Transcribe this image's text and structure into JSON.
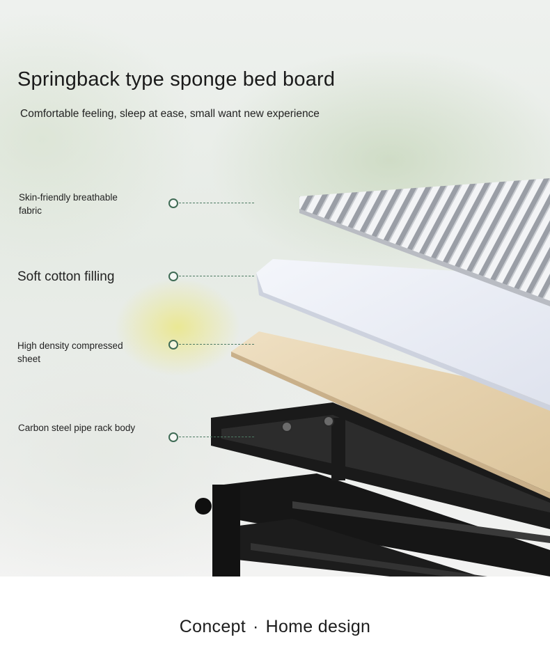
{
  "hero": {
    "title": "Springback type sponge bed board",
    "subtitle": "Comfortable feeling, sleep at ease, small want new experience"
  },
  "features": [
    {
      "label": "Skin-friendly breathable fabric"
    },
    {
      "label": "Soft cotton filling"
    },
    {
      "label": "High density compressed sheet"
    },
    {
      "label": "Carbon steel pipe rack body"
    }
  ],
  "footer": {
    "left": "Concept",
    "separator": "·",
    "right": "Home design"
  },
  "colors": {
    "accent": "#3f6b55",
    "frame": "#151515",
    "wood": "#e6d4b4",
    "foam": "#e7eaf4"
  }
}
